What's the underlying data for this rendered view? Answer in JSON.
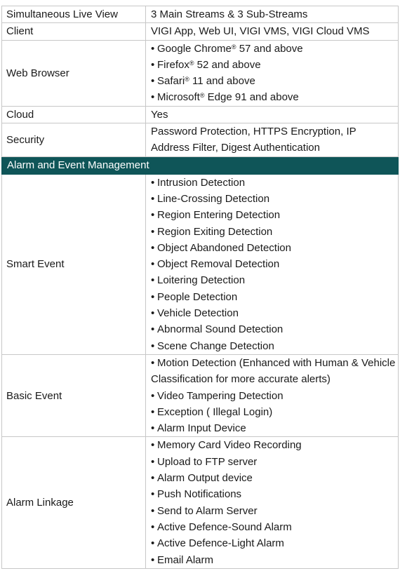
{
  "rows": {
    "live_view": {
      "label": "Simultaneous Live View",
      "value": "3 Main Streams & 3 Sub-Streams"
    },
    "client": {
      "label": "Client",
      "value": "VIGI App, Web UI, VIGI VMS, VIGI Cloud VMS"
    },
    "web_browser": {
      "label": "Web Browser",
      "items": [
        {
          "name": "Google Chrome",
          "reg": "®",
          "rest": " 57 and above"
        },
        {
          "name": "Firefox",
          "reg": "®",
          "rest": " 52 and above"
        },
        {
          "name": "Safari",
          "reg": "®",
          "rest": " 11 and above"
        },
        {
          "name": "Microsoft",
          "reg": "®",
          "rest": " Edge 91 and above"
        }
      ]
    },
    "cloud": {
      "label": "Cloud",
      "value": "Yes"
    },
    "security": {
      "label": "Security",
      "lines": [
        "Password Protection, HTTPS Encryption, IP",
        "Address Filter, Digest Authentication"
      ]
    },
    "section": {
      "title": "Alarm and Event Management"
    },
    "smart_event": {
      "label": "Smart Event",
      "items": [
        "Intrusion Detection",
        "Line-Crossing Detection",
        "Region Entering Detection",
        "Region Exiting Detection",
        "Object Abandoned Detection",
        "Object Removal Detection",
        "Loitering Detection",
        "People Detection",
        "Vehicle Detection",
        "Abnormal Sound Detection",
        "Scene Change Detection"
      ]
    },
    "basic_event": {
      "label": "Basic Event",
      "items": [
        "Motion Detection (Enhanced with Human & Vehicle Classification for more accurate alerts)",
        "Video Tampering Detection",
        "Exception ( Illegal Login)",
        "Alarm Input Device"
      ]
    },
    "alarm_linkage": {
      "label": "Alarm Linkage",
      "items": [
        "Memory Card Video Recording",
        "Upload to FTP server",
        "Alarm Output device",
        "Push Notifications",
        "Send to Alarm Server",
        "Active Defence-Sound Alarm",
        "Active Defence-Light Alarm",
        "Email Alarm"
      ]
    }
  }
}
